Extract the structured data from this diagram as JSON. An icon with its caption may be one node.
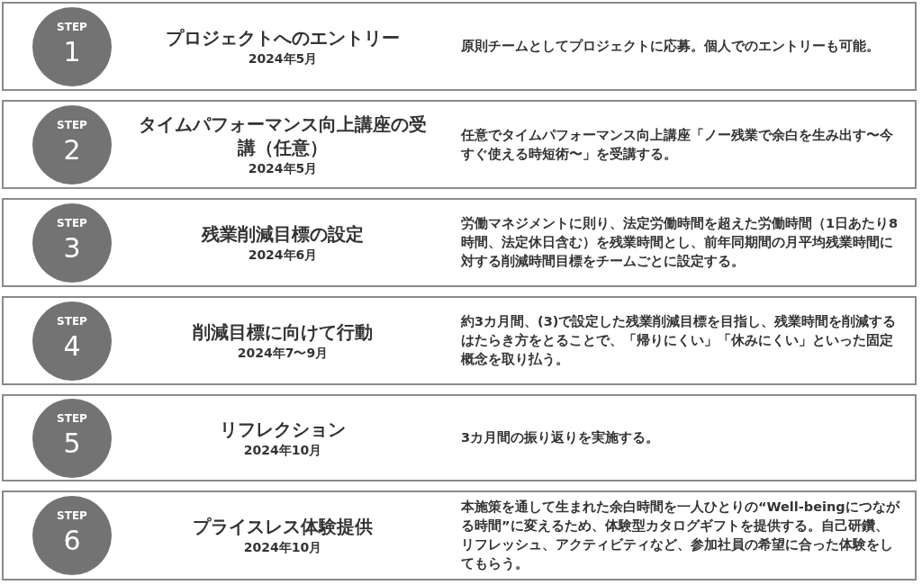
{
  "diagram": {
    "nodes": [
      {
        "text": [
          "プロジェクトへのエントリー",
          "2024年5月",
          "原則チームとしてプロジェクトに応募。個人でのエントリーも可能。"
        ]
      },
      {
        "text": [
          "STEP",
          "1"
        ],
        "in": 0
      },
      {
        "text": [
          "タイムパフォーマンス向上講座の受講（任意）",
          "2024年5月",
          "任意でタイムパフォーマンス向上講座「ノー残業で余白を生み出す〜今すぐ使える時短術〜」を受講する。"
        ]
      },
      {
        "text": [
          "STEP",
          "2"
        ],
        "in": 2
      },
      {
        "text": [
          "残業削減目標の設定",
          "2024年6月",
          "労働マネジメントに則り、法定労働時間を超えた労働時間（1日あたり8時間、法定休日含む）を残業時間とし、前年同期間の月平均残業時間に対する削減時間目標をチームごとに設定する。"
        ]
      },
      {
        "text": [
          "STEP",
          "3"
        ],
        "in": 4
      },
      {
        "text": [
          "削減目標に向けて行動",
          "2024年7〜9月",
          "約3カ月間、(3)で設定した残業削減目標を目指し、残業時間を削減するはたらき方をとることで、「帰りにくい」「休みにくい」といった固定概念を取り払う。"
        ]
      },
      {
        "text": [
          "STEP",
          "4"
        ],
        "in": 6
      },
      {
        "text": [
          "リフレクション",
          "2024年10月",
          "3カ月間の振り返りを実施する。"
        ]
      },
      {
        "text": [
          "STEP",
          "5"
        ],
        "in": 8
      },
      {
        "text": [
          "プライスレス体験提供",
          "2024年10月",
          "本施策を通して生まれた余白時間を一人ひとりの“Well-beingにつながる時間”に変えるため、体験型カタログギフトを提供する。自己研鑽、リフレッシュ、アクティビティなど、参加社員の希望に合った体験をしてもらう。"
        ]
      },
      {
        "text": [
          "STEP",
          "6"
        ],
        "in": 10
      }
    ]
  }
}
